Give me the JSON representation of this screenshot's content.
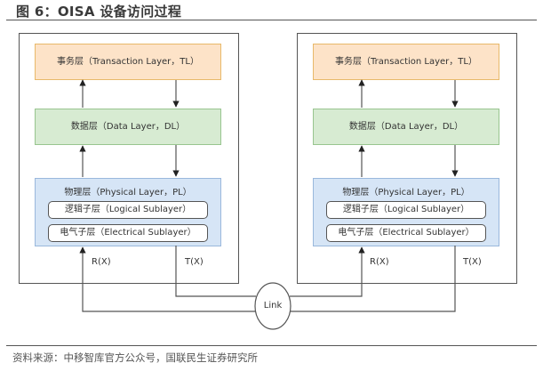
{
  "figure": {
    "title": "图 6：OISA 设备访问过程",
    "source": "资料来源：中移智库官方公众号，国联民生证券研究所"
  },
  "devices": [
    {
      "transaction_layer": "事务层（Transaction Layer，TL）",
      "data_layer": "数据层（Data Layer，DL）",
      "physical_layer": "物理层（Physical Layer，PL）",
      "logical_sublayer": "逻辑子层（Logical Sublayer）",
      "electrical_sublayer": "电气子层（Electrical Sublayer）",
      "receive_port": "R(X)",
      "transmit_port": "T(X)"
    },
    {
      "transaction_layer": "事务层（Transaction Layer，TL）",
      "data_layer": "数据层（Data Layer，DL）",
      "physical_layer": "物理层（Physical Layer，PL）",
      "logical_sublayer": "逻辑子层（Logical Sublayer）",
      "electrical_sublayer": "电气子层（Electrical Sublayer）",
      "receive_port": "R(X)",
      "transmit_port": "T(X)"
    }
  ],
  "link": {
    "label": "Link"
  },
  "colors": {
    "transaction_fill": "#fde3c8",
    "data_fill": "#d7ebd2",
    "physical_fill": "#d6e5f6",
    "line": "#555555"
  }
}
